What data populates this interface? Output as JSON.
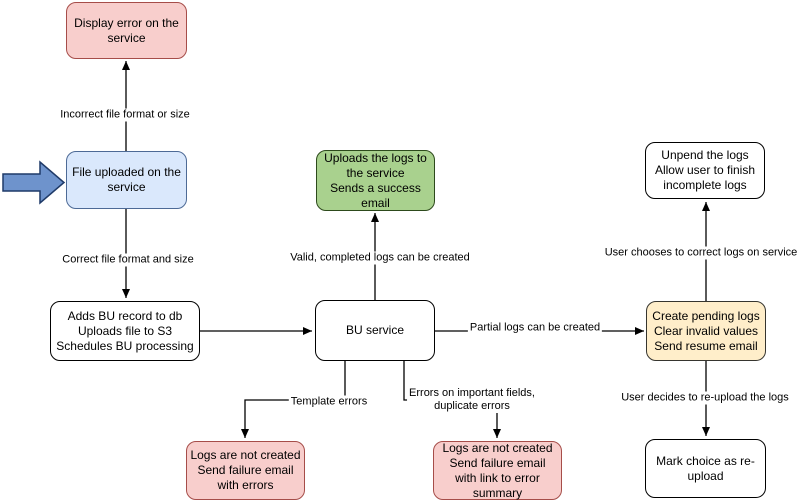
{
  "palette": {
    "pink_fill": "#f8cecc",
    "pink_stroke": "#a64d49",
    "blue_fill": "#dae8fc",
    "blue_stroke": "#4d6a96",
    "green_fill": "#a9d18e",
    "green_stroke": "#2d4a1c",
    "yellow_fill": "#ffeeca",
    "yellow_stroke": "#36352f",
    "white_fill": "#ffffff",
    "line_color": "#000000",
    "input_arrow_fill": "#6e93cc",
    "input_arrow_stroke": "#1f3a68"
  },
  "nodes": {
    "display_error": "Display error on the\nservice",
    "file_uploaded": "File uploaded on the\nservice",
    "adds_bu_record": "Adds BU record to db\nUploads file to S3\nSchedules BU processing",
    "bu_service": "BU service",
    "uploads_logs_success": "Uploads the logs to\nthe service\nSends a success\nemail",
    "logs_not_created_errors": "Logs are not created\nSend failure email\nwith errors",
    "logs_not_created_summary": "Logs are not created\nSend failure email\nwith link to error\nsummary",
    "unpend_logs": "Unpend the logs\nAllow user to finish\nincomplete logs",
    "create_pending_logs": "Create pending logs\nClear invalid values\nSend resume email",
    "mark_choice_reupload": "Mark choice as re-\nupload"
  },
  "edge_labels": {
    "incorrect_format": "Incorrect file format or size",
    "correct_format": "Correct file format and size",
    "valid_completed": "Valid, completed logs can be created",
    "partial_logs": "Partial logs can be created",
    "template_errors": "Template errors",
    "important_fields": "Errors on important fields,\nduplicate errors",
    "user_corrects": "User chooses to correct logs on service",
    "user_reuploads": "User decides to re-upload the logs"
  }
}
